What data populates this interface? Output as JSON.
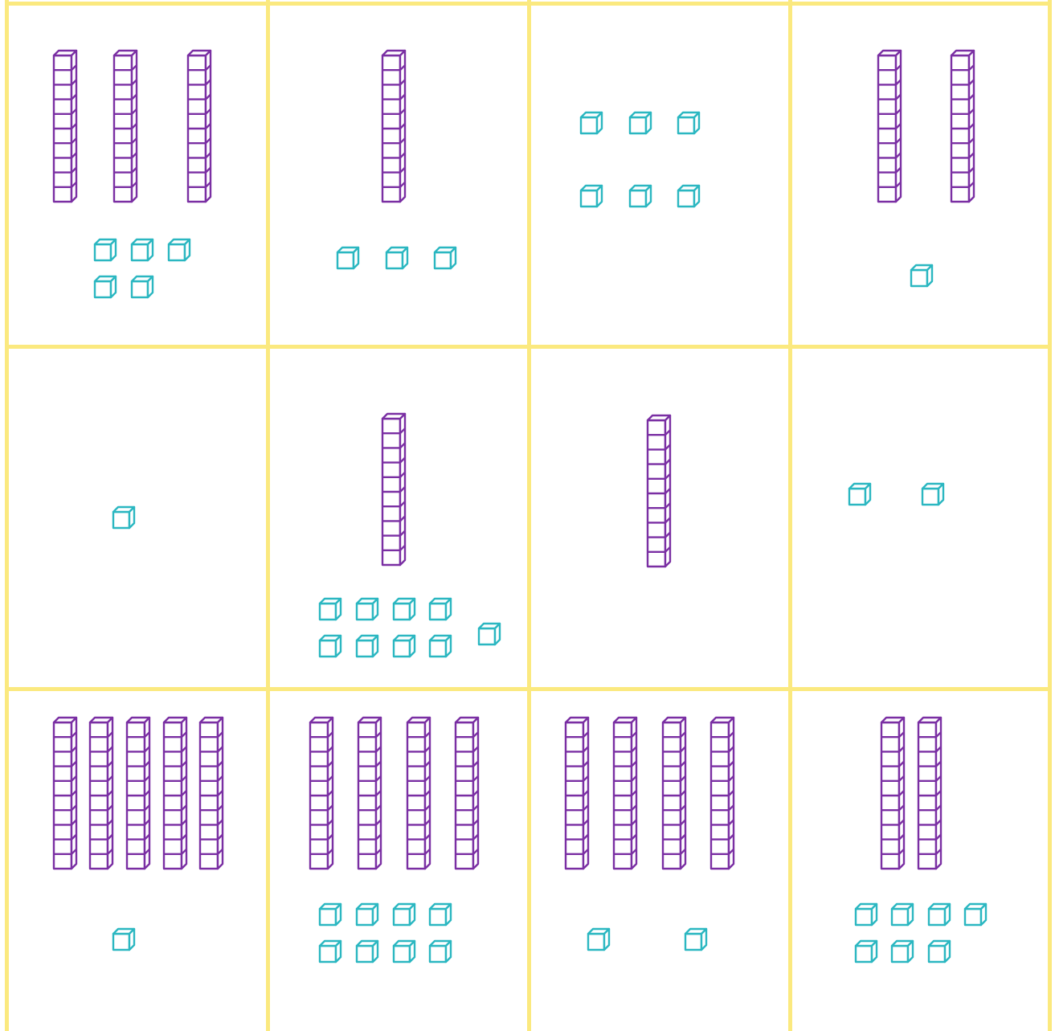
{
  "colors": {
    "rod": "#7a2fa3",
    "unit": "#2bb7c1",
    "grid": "#fbe97f",
    "background": "#ffffff"
  },
  "cards": [
    {
      "tens": 3,
      "ones": 5
    },
    {
      "tens": 1,
      "ones": 3
    },
    {
      "tens": 0,
      "ones": 6
    },
    {
      "tens": 2,
      "ones": 1
    },
    {
      "tens": 0,
      "ones": 1
    },
    {
      "tens": 1,
      "ones": 9
    },
    {
      "tens": 1,
      "ones": 0
    },
    {
      "tens": 0,
      "ones": 2
    },
    {
      "tens": 5,
      "ones": 1
    },
    {
      "tens": 4,
      "ones": 8
    },
    {
      "tens": 4,
      "ones": 2
    },
    {
      "tens": 2,
      "ones": 7
    }
  ]
}
